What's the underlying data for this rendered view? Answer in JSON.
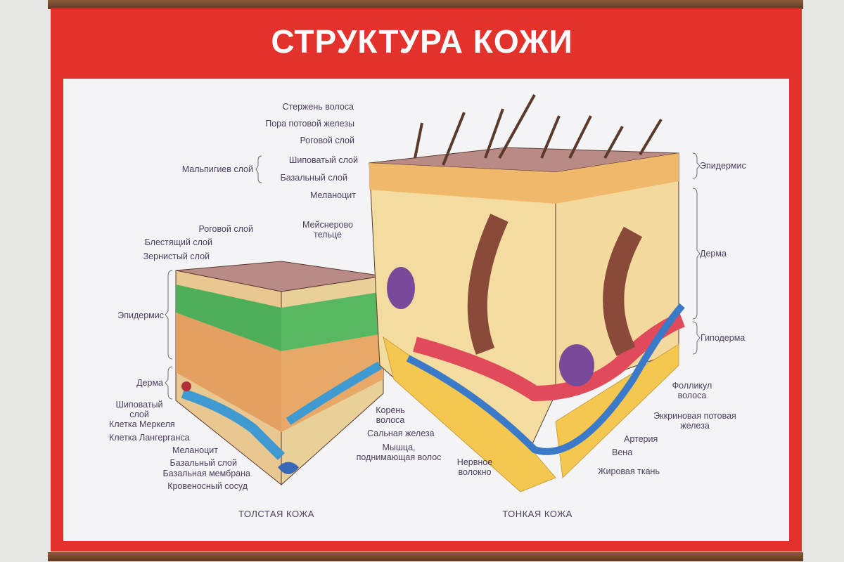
{
  "title": "СТРУКТУРА КОЖИ",
  "captions": {
    "thick": "ТОЛСТАЯ КОЖА",
    "thin": "ТОНКАЯ КОЖА"
  },
  "thin_skin_labels": {
    "hair_shaft": "Стержень волоса",
    "sweat_pore": "Пора потовой железы",
    "stratum_corneum": "Роговой слой",
    "malpighian": "Мальпигиев слой",
    "spinous": "Шиповатый слой",
    "basal": "Базальный слой",
    "melanocyte": "Меланоцит",
    "meissner": "Мейснерово тельце",
    "hair_root": "Корень волоса",
    "sebaceous": "Сальная железа",
    "arrector": "Мышца, поднимающая волос",
    "nerve": "Нервное волокно",
    "epidermis": "Эпидермис",
    "dermis": "Дерма",
    "hypodermis": "Гиподерма",
    "follicle": "Фолликул волоса",
    "eccrine": "Эккриновая потовая железа",
    "artery": "Артерия",
    "vein": "Вена",
    "fat": "Жировая ткань"
  },
  "thick_skin_labels": {
    "stratum_corneum": "Роговой слой",
    "lucidum": "Блестящий слой",
    "granulosum": "Зернистый слой",
    "epidermis": "Эпидермис",
    "dermis": "Дерма",
    "spinous": "Шиповатый слой",
    "merkel": "Клетка Меркеля",
    "langerhans": "Клетка Лангерганса",
    "melanocyte": "Меланоцит",
    "basal": "Базальный слой",
    "basement": "Базальная мембрана",
    "vessel": "Кровеносный сосуд"
  },
  "colors": {
    "poster_red": "#e2322b",
    "label": "#4b3d5e"
  }
}
